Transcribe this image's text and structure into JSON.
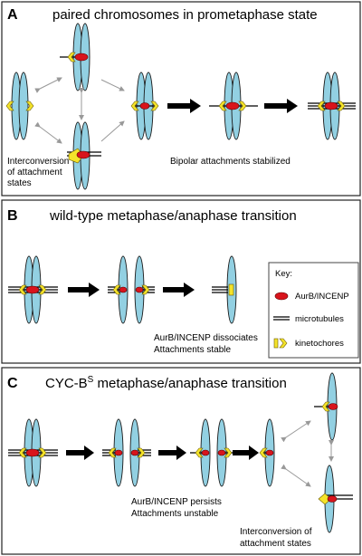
{
  "panels": {
    "a": {
      "letter": "A",
      "title": "paired chromosomes in prometaphase state",
      "note_left": [
        "Interconversion",
        "of attachment",
        "states"
      ],
      "note_right": "Bipolar attachments stabilized"
    },
    "b": {
      "letter": "B",
      "title": "wild-type metaphase/anaphase transition",
      "note": [
        "AurB/INCENP dissociates",
        "Attachments stable"
      ]
    },
    "c": {
      "letter": "C",
      "title_main": "CYC-B",
      "title_sup": "S",
      "title_rest": " metaphase/anaphase transition",
      "note_mid": [
        "AurB/INCENP persists",
        "Attachments unstable"
      ],
      "note_right": [
        "Interconversion of",
        "attachment states"
      ]
    }
  },
  "key": {
    "heading": "Key:",
    "items": [
      {
        "label": "AurB/INCENP",
        "icon": "red-ellipse-icon"
      },
      {
        "label": "microtubules",
        "icon": "microtubule-lines-icon"
      },
      {
        "label": "kinetochores",
        "icon": "kinetochore-chevron-icon"
      }
    ]
  },
  "colors": {
    "chromatid": "#92d0e2",
    "aurb_incenp": "#d8141c",
    "kinetochore": "#f4e32a",
    "interconversion_arrow": "#999999"
  }
}
